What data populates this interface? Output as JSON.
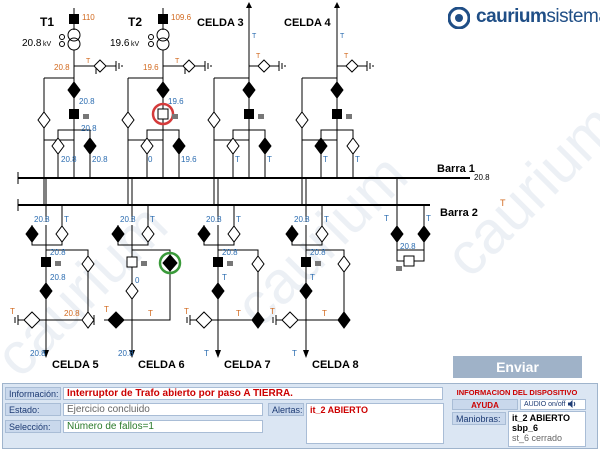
{
  "brand": {
    "name_bold": "caurium",
    "name_rest": "sistemas"
  },
  "diagram": {
    "transformers": [
      {
        "name": "T1",
        "kv": "20.8",
        "kv_unit": "kV",
        "top_value": "110",
        "low_value": "20.8"
      },
      {
        "name": "T2",
        "kv": "19.6",
        "kv_unit": "kV",
        "top_value": "109.6",
        "low_value": "19.6"
      }
    ],
    "cells_top": [
      "CELDA 3",
      "CELDA 4"
    ],
    "cells_bottom": [
      "CELDA 5",
      "CELDA 6",
      "CELDA 7",
      "CELDA 8"
    ],
    "bus1": {
      "name": "Barra 1",
      "value": "20.8"
    },
    "bus2": {
      "name": "Barra 2"
    },
    "t_mark": "T",
    "values": {
      "v208": "20.8",
      "v196": "19.6",
      "v0": "0"
    }
  },
  "send_button": "Enviar",
  "panel": {
    "info_label": "Información:",
    "info_text": "Interruptor de Trafo abierto por paso A TIERRA.",
    "estado_label": "Estado:",
    "estado_text": "Ejercicio concluido",
    "seleccion_label": "Selección:",
    "seleccion_text": "Número de fallos=1",
    "alertas_label": "Alertas:",
    "alertas_text": "it_2 ABIERTO",
    "device_info": "INFORMACION DEL DISPOSITIVO",
    "ayuda": "AYUDA",
    "audio": "AUDIO on/off",
    "maniobras_label": "Maniobras:",
    "maniobras": [
      "it_2 ABIERTO",
      "sbp_6",
      "st_6 cerrado"
    ]
  },
  "colors": {
    "accent_blue": "#1f4e86",
    "orange_value": "#d2691e",
    "blue_value": "#2b6cb0",
    "alert_red": "#cc0000",
    "selected_green": "#3a9a3a",
    "selected_red": "#d43a3a"
  }
}
